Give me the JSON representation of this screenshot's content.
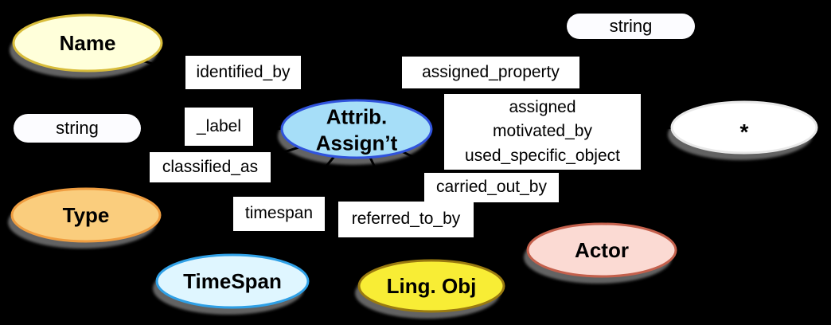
{
  "colors": {
    "background": "#000000",
    "shadow": "#646464",
    "edge": "#000000"
  },
  "nodes": {
    "name": {
      "label": "Name",
      "fill": "#FFFFDA",
      "border": "#D8BC3A"
    },
    "attrib_assignment": {
      "label": "Attrib.\nAssign’t",
      "fill": "#A6DEF8",
      "border": "#3053DC"
    },
    "star": {
      "label": "*",
      "fill": "#FFFFFF",
      "border": "#E8E8E8"
    },
    "type": {
      "label": "Type",
      "fill": "#FACD7D",
      "border": "#EF9D40"
    },
    "timespan": {
      "label": "TimeSpan",
      "fill": "#DFF6FF",
      "border": "#2FA0E6"
    },
    "linguistic_object": {
      "label": "Ling. Obj",
      "fill": "#F8ED35",
      "border": "#9A7A10"
    },
    "actor": {
      "label": "Actor",
      "fill": "#FBDAD3",
      "border": "#C4604C"
    }
  },
  "literals": {
    "string_top": "string",
    "string_left": "string"
  },
  "edge_labels": {
    "identified_by": "identified_by",
    "assigned_property": "assigned_property",
    "label": "_label",
    "assigned_group": "assigned\nmotivated_by\nused_specific_object",
    "classified_as": "classified_as",
    "carried_out_by": "carried_out_by",
    "timespan": "timespan",
    "referred_to_by": "referred_to_by"
  }
}
